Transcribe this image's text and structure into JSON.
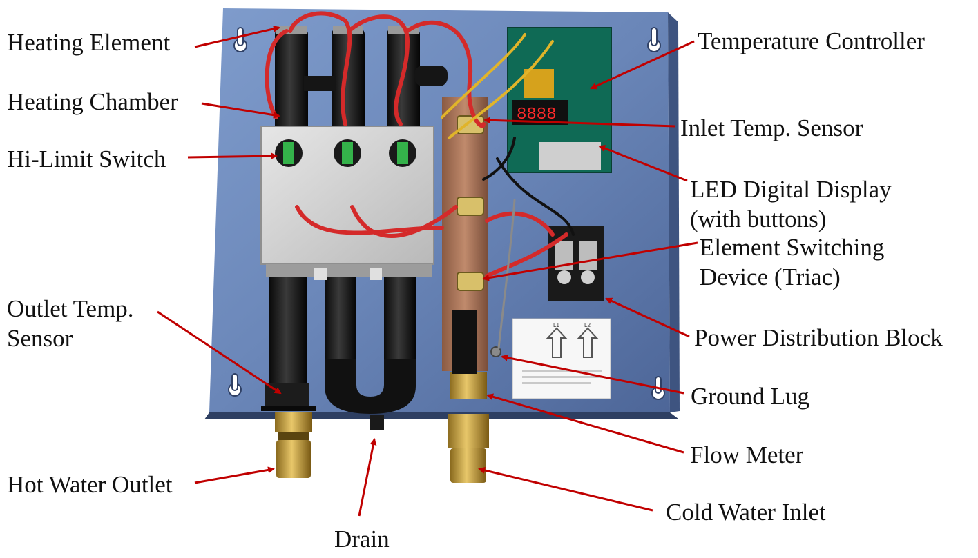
{
  "labels": {
    "heating_element": "Heating Element",
    "heating_chamber": "Heating Chamber",
    "hi_limit_switch": "Hi-Limit Switch",
    "outlet_temp_line1": "Outlet Temp.",
    "outlet_temp_line2": "Sensor",
    "hot_water_outlet": "Hot Water Outlet",
    "drain": "Drain",
    "temperature_controller": "Temperature Controller",
    "inlet_temp_sensor": "Inlet Temp. Sensor",
    "led_display_line1": "LED Digital Display",
    "led_display_line2": "(with buttons)",
    "element_switching_line1": "Element Switching",
    "element_switching_line2": "Device (Triac)",
    "power_distribution_block": "Power Distribution Block",
    "ground_lug": "Ground Lug",
    "flow_meter": "Flow Meter",
    "cold_water_inlet": "Cold Water Inlet"
  },
  "sticker": {
    "l1": "L1",
    "l2": "L2"
  },
  "colors": {
    "arrow": "#c00000",
    "panel": "#6a86b8",
    "label_text": "#111111"
  }
}
